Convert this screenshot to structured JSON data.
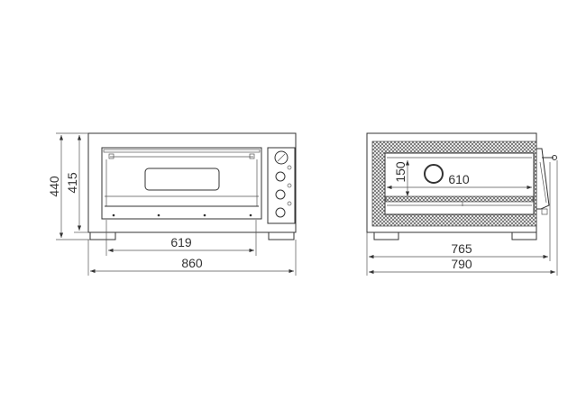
{
  "front_view": {
    "dimensions": {
      "total_height": "440",
      "body_height": "415",
      "door_width": "619",
      "total_width": "860"
    }
  },
  "side_view": {
    "dimensions": {
      "chamber_height": "150",
      "chamber_depth": "610",
      "body_depth": "765",
      "total_depth": "790"
    }
  },
  "colors": {
    "line": "#333333",
    "background": "#ffffff"
  }
}
